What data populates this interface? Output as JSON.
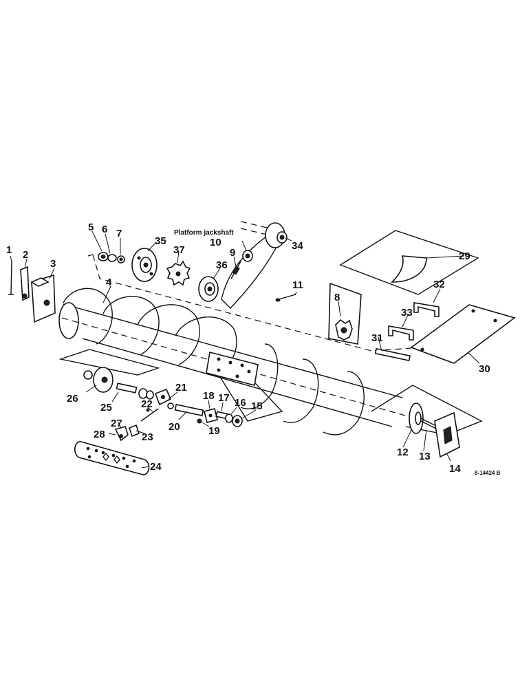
{
  "diagram": {
    "reference_code": "8-14424 B",
    "jackshaft_label": "Platform jackshaft",
    "callouts": [
      "1",
      "2",
      "3",
      "4",
      "5",
      "6",
      "7",
      "8",
      "9",
      "10",
      "11",
      "12",
      "13",
      "14",
      "15",
      "16",
      "17",
      "18",
      "19",
      "20",
      "21",
      "22",
      "23",
      "24",
      "25",
      "26",
      "27",
      "28",
      "29",
      "30",
      "31",
      "32",
      "33",
      "34",
      "35",
      "36",
      "37"
    ]
  }
}
